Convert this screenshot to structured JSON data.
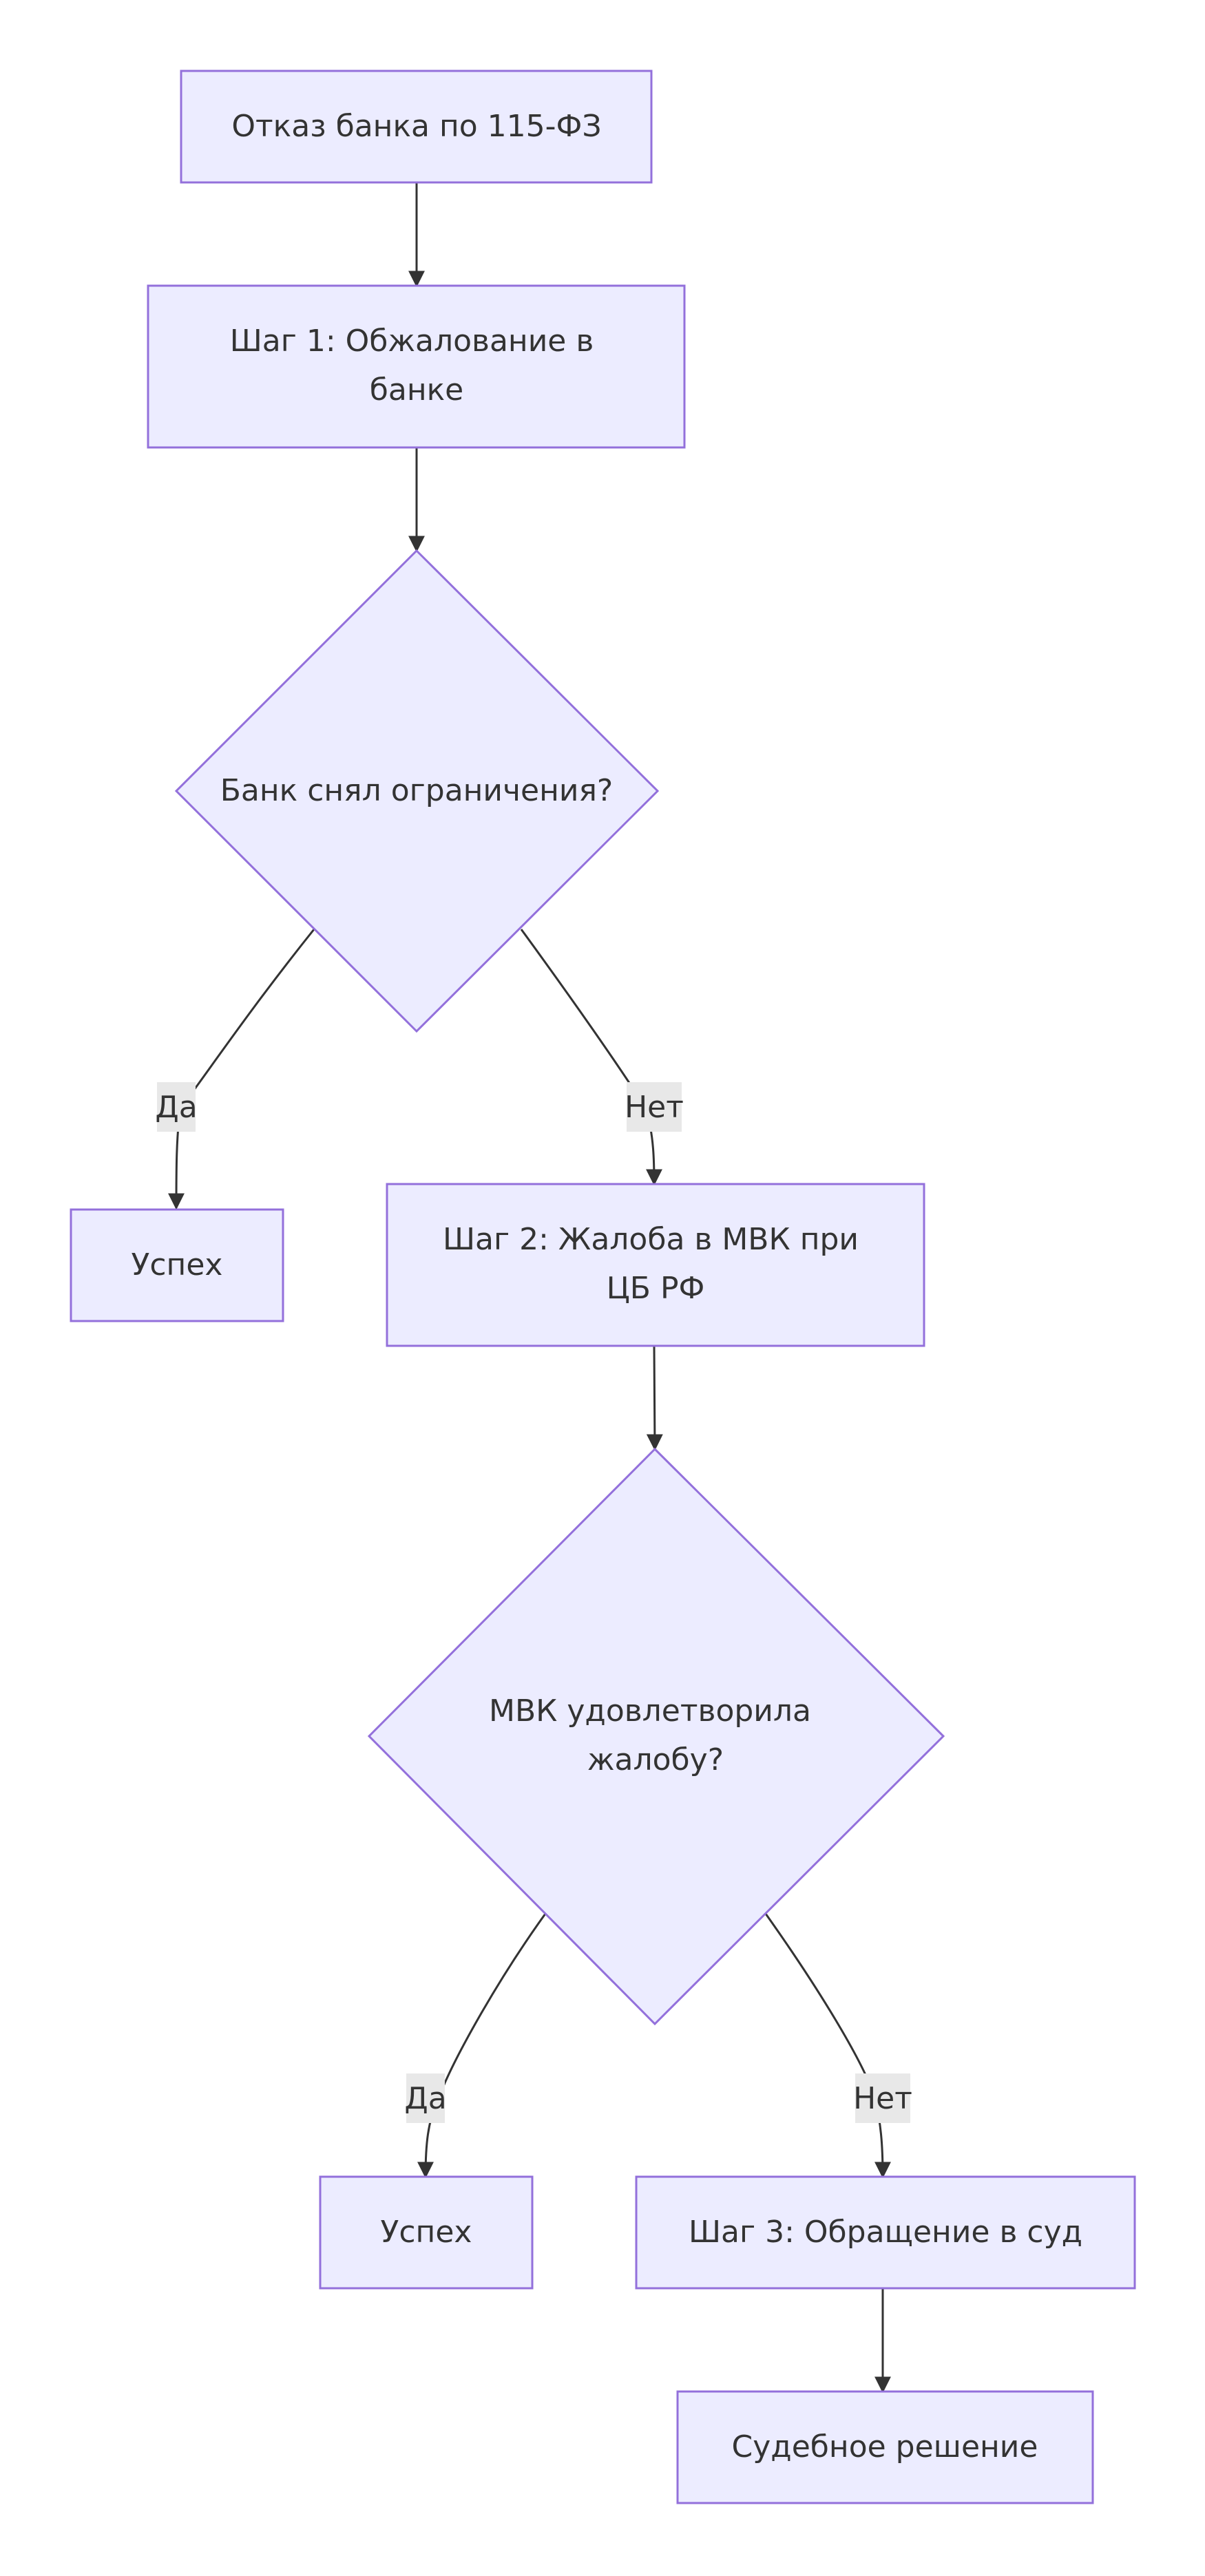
{
  "colors": {
    "node_fill": "#ECECFF",
    "node_stroke": "#9370DB",
    "edge": "#333333",
    "label_bg": "#E8E8E8",
    "text": "#333333"
  },
  "nodes": {
    "start": {
      "lines": [
        "Отказ банка по 115-ФЗ"
      ]
    },
    "step1": {
      "lines": [
        "Шаг 1: Обжалование в",
        "банке"
      ]
    },
    "decision1": {
      "lines": [
        "Банк снял ограничения?"
      ]
    },
    "success1": {
      "lines": [
        "Успех"
      ]
    },
    "step2": {
      "lines": [
        "Шаг 2: Жалоба в МВК при",
        "ЦБ РФ"
      ]
    },
    "decision2": {
      "lines": [
        "МВК удовлетворила",
        "жалобу?"
      ]
    },
    "success2": {
      "lines": [
        "Успех"
      ]
    },
    "step3": {
      "lines": [
        "Шаг 3: Обращение в суд"
      ]
    },
    "court": {
      "lines": [
        "Судебное решение"
      ]
    }
  },
  "edge_labels": {
    "d1_yes": "Да",
    "d1_no": "Нет",
    "d2_yes": "Да",
    "d2_no": "Нет"
  }
}
